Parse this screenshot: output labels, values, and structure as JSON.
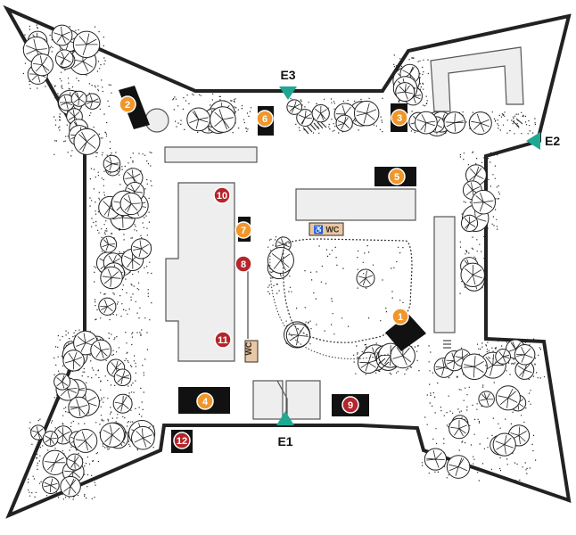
{
  "colors": {
    "outline": "#222222",
    "building_fill": "#eeeeee",
    "building_stroke": "#555555",
    "pavilion": "#111111",
    "marker_orange": "#f0962a",
    "marker_red": "#b3262b",
    "entrance": "#1fa891",
    "wc_fill": "#e6c8a8"
  },
  "markers": [
    {
      "label": "1",
      "style": "orange"
    },
    {
      "label": "2",
      "style": "orange"
    },
    {
      "label": "3",
      "style": "orange"
    },
    {
      "label": "4",
      "style": "orange"
    },
    {
      "label": "5",
      "style": "orange"
    },
    {
      "label": "6",
      "style": "orange"
    },
    {
      "label": "7",
      "style": "orange"
    },
    {
      "label": "8",
      "style": "red"
    },
    {
      "label": "9",
      "style": "red"
    },
    {
      "label": "10",
      "style": "red"
    },
    {
      "label": "11",
      "style": "red"
    },
    {
      "label": "12",
      "style": "red"
    }
  ],
  "entrances": [
    {
      "label": "E1",
      "icon": "entrance-triangle-icon"
    },
    {
      "label": "E2",
      "icon": "entrance-triangle-icon"
    },
    {
      "label": "E3",
      "icon": "entrance-triangle-icon"
    }
  ],
  "wc": {
    "accessible": "♿ WC",
    "vertical": "WC"
  }
}
